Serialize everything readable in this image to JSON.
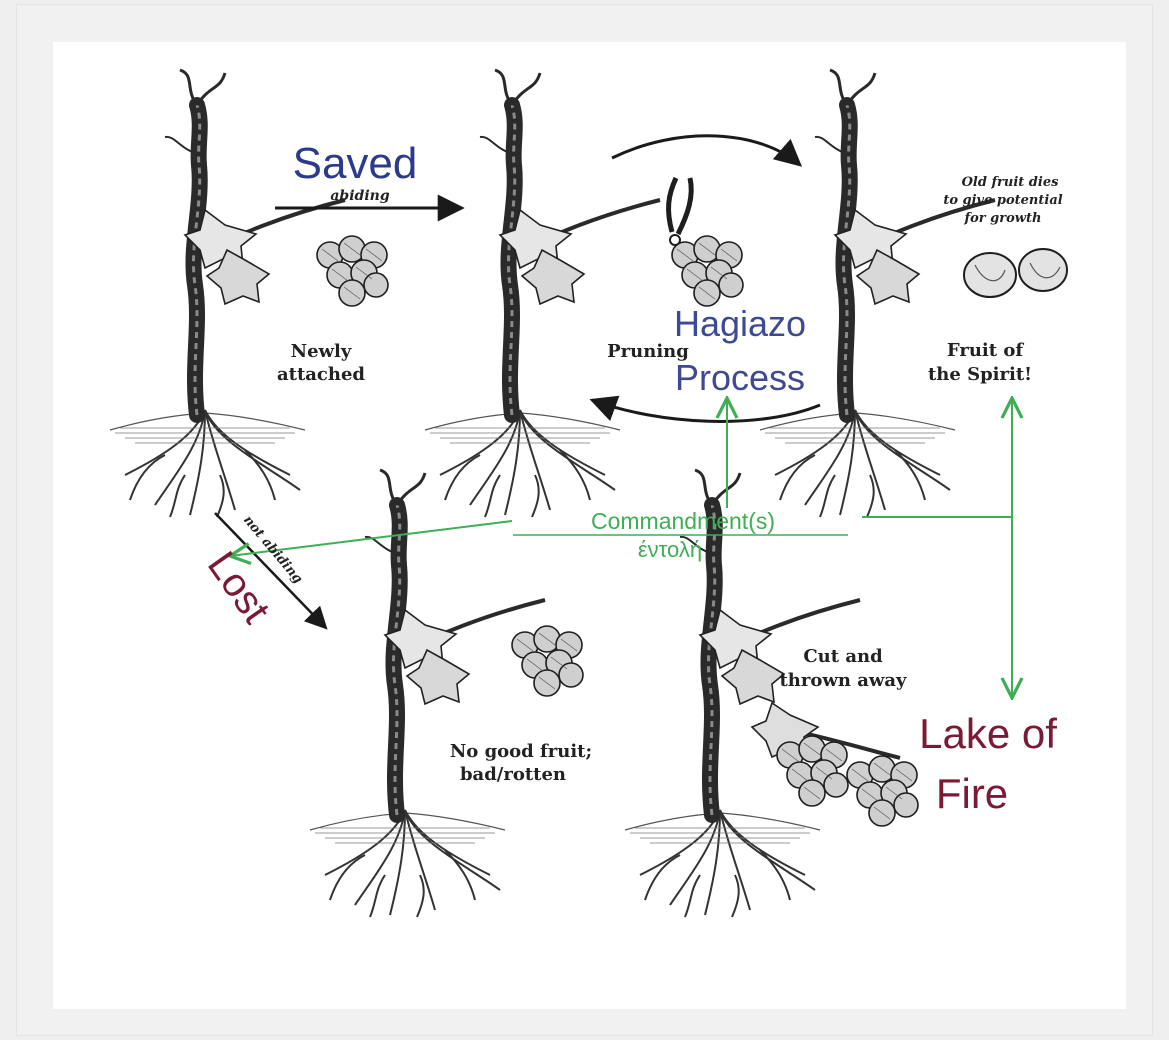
{
  "labels": {
    "saved": "Saved",
    "abiding": "abiding",
    "hagiazo": "Hagiazo",
    "process": "Process",
    "newly": "Newly",
    "attached": "attached",
    "pruning": "Pruning",
    "old_fruit_1": "Old fruit dies",
    "old_fruit_2": "to give potential",
    "old_fruit_3": "for growth",
    "fruit_of": "Fruit of",
    "the_spirit": "the Spirit!",
    "commandments": "Commandment(s)",
    "entole": "έντολή",
    "not_abiding": "not abiding",
    "lost": "Lost",
    "no_good_fruit": "No good fruit;",
    "bad_rotten": "bad/rotten",
    "cut_and": "Cut and",
    "thrown_away": "thrown away",
    "lake_of": "Lake of",
    "fire": "Fire"
  },
  "colors": {
    "saved_blue": "#2b3a8c",
    "hagiazo_blue": "#3d4a93",
    "green": "#3fae55",
    "maroon": "#7a1a34",
    "ink": "#2a2a2a"
  },
  "icons": [
    "vine-tree-icon",
    "grape-cluster-icon",
    "pruning-shears-icon",
    "cut-branch-icon"
  ]
}
